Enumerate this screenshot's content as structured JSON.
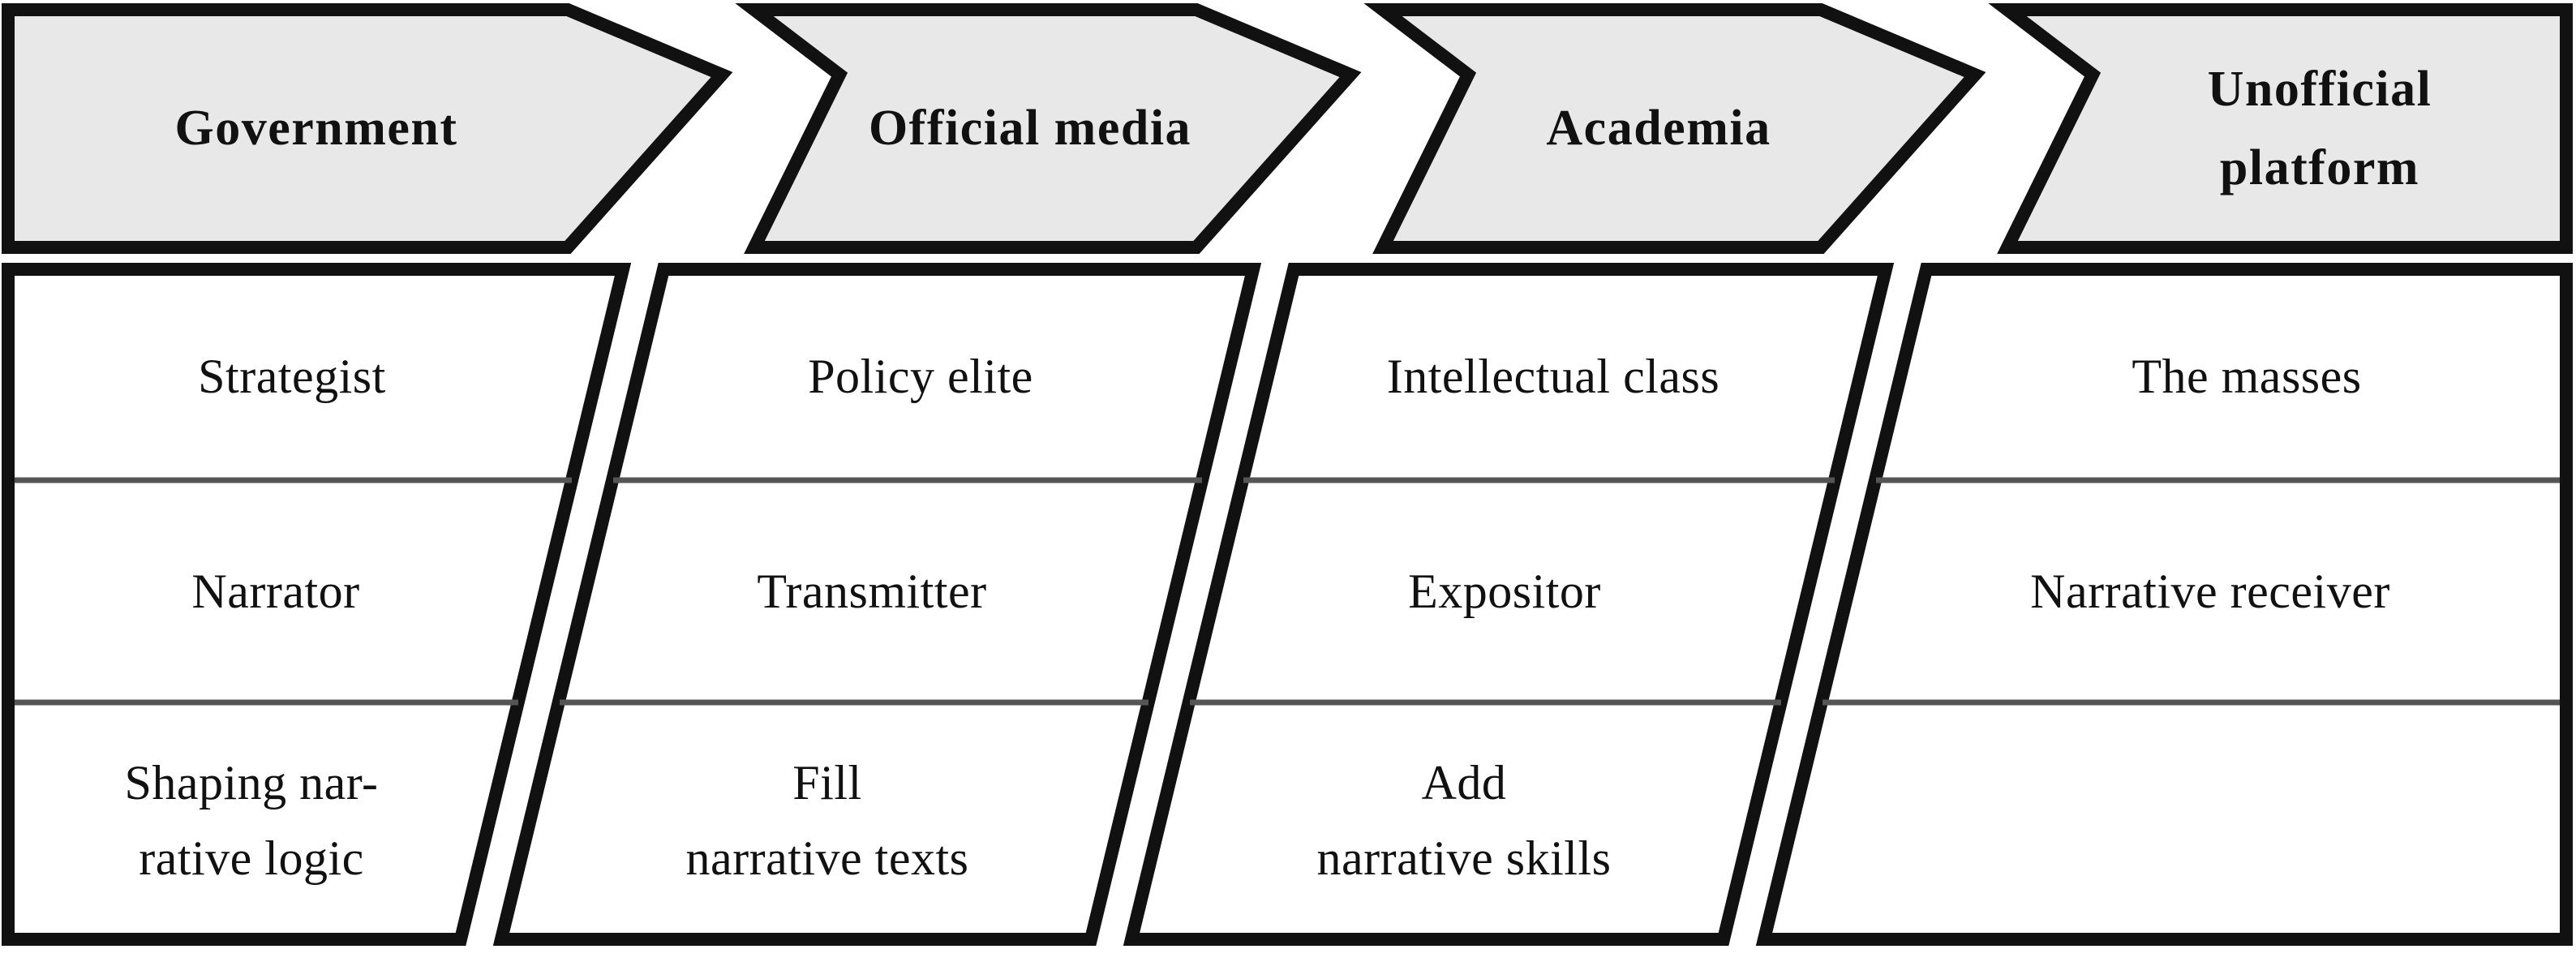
{
  "diagram": {
    "type": "arrow-process-table",
    "title_visible": false,
    "colors": {
      "header_fill": "#e8e8e8",
      "body_fill": "#ffffff",
      "outline": "#111111",
      "row_divider": "#555555"
    },
    "columns": [
      {
        "key": "government",
        "header": "Government",
        "cells": [
          "Strategist",
          "Narrator",
          "Shaping nar-\nrative logic"
        ]
      },
      {
        "key": "official-media",
        "header": "Official media",
        "cells": [
          "Policy elite",
          "Transmitter",
          "Fill\nnarrative texts"
        ]
      },
      {
        "key": "academia",
        "header": "Academia",
        "cells": [
          "Intellectual class",
          "Expositor",
          "Add\nnarrative skills"
        ]
      },
      {
        "key": "unofficial-platform",
        "header": "Unofficial\nplatform",
        "cells": [
          "The masses",
          "Narrative receiver",
          ""
        ]
      }
    ],
    "rows": [
      {
        "key": "role",
        "label_visible": false
      },
      {
        "key": "function",
        "label_visible": false
      },
      {
        "key": "contribution",
        "label_visible": false
      }
    ]
  }
}
